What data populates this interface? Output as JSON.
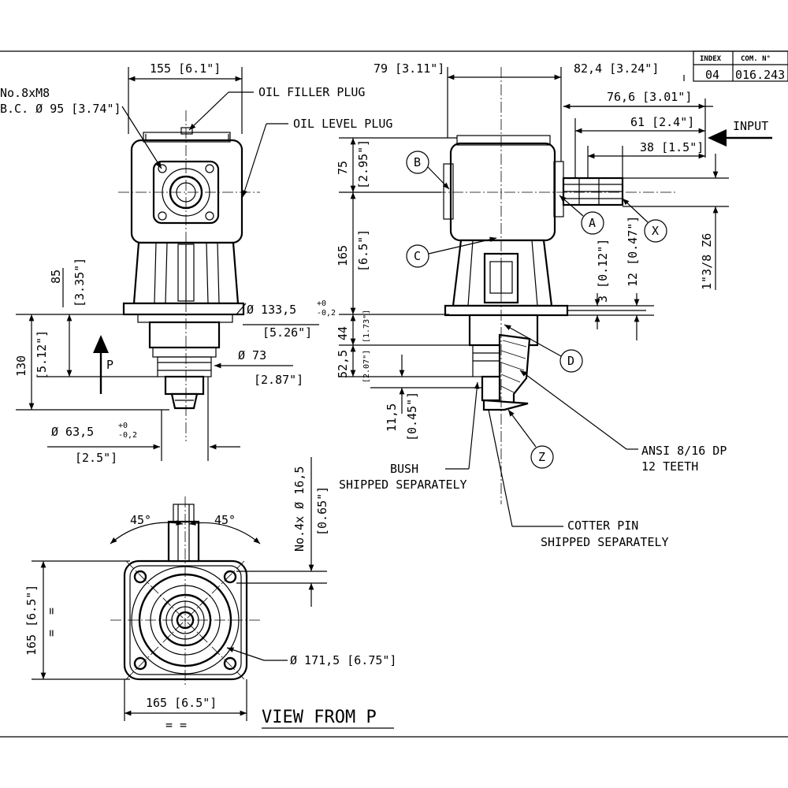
{
  "title_block": {
    "index_header": "INDEX",
    "index_value": "04",
    "code_header": "COM. N°",
    "code_value": "016.243"
  },
  "front_view": {
    "width_dim": "155 [6.1\"]",
    "bolt_note_line1": "No.8xM8",
    "bolt_note_line2": "B.C. Ø 95 [3.74\"]",
    "oil_filler": "OIL FILLER PLUG",
    "oil_level": "OIL LEVEL PLUG",
    "dim_85": "85",
    "dim_85_in": "[3.35\"]",
    "dim_130": "130",
    "dim_130_in": "[5.12\"]",
    "flange_dia": "Ø 133,5",
    "flange_tol_up": "+0",
    "flange_tol_dn": "-0,2",
    "flange_in": "[5.26\"]",
    "hub_dia": "Ø 73",
    "hub_in": "[2.87\"]",
    "pilot_dia": "Ø 63,5",
    "pilot_tol_up": "+0",
    "pilot_tol_dn": "-0,2",
    "pilot_in": "[2.5\"]",
    "arrow_label": "P"
  },
  "side_view": {
    "dim_79": "79 [3.11\"]",
    "dim_82": "82,4 [3.24\"]",
    "dim_76": "76,6 [3.01\"]",
    "dim_61": "61 [2.4\"]",
    "dim_38": "38 [1.5\"]",
    "input_label": "INPUT",
    "dim_75": "75",
    "dim_75_in": "[2.95\"]",
    "dim_165": "165",
    "dim_165_in": "[6.5\"]",
    "dim_44": "44",
    "dim_44_in": "[1.73\"]",
    "dim_525": "52,5",
    "dim_525_in": "[2.07\"]",
    "dim_115": "11,5",
    "dim_115_in": "[0.45\"]",
    "dim_3": "3 [0.12\"]",
    "dim_12": "12 [0.47\"]",
    "spline": "1\"3/8 Z6",
    "callout_b": "B",
    "callout_c": "C",
    "callout_a": "A",
    "callout_x": "X",
    "callout_d": "D",
    "callout_z": "Z",
    "ansi_line1": "ANSI 8/16 DP",
    "ansi_line2": "12 TEETH",
    "bush_line1": "BUSH",
    "bush_line2": "SHIPPED SEPARATELY",
    "cotter_line1": "COTTER PIN",
    "cotter_line2": "SHIPPED SEPARATELY"
  },
  "bottom_view": {
    "angle_left": "45°",
    "angle_right": "45°",
    "hole_note": "No.4x Ø 16,5",
    "hole_in": "[0.65\"]",
    "height_dim": "165 [6.5\"]",
    "equal_mark": "=",
    "width_dim": "165 [6.5\"]",
    "equal_pair": "=   =",
    "outer_dia": "Ø 171,5 [6.75\"]",
    "view_label": "VIEW FROM P"
  }
}
